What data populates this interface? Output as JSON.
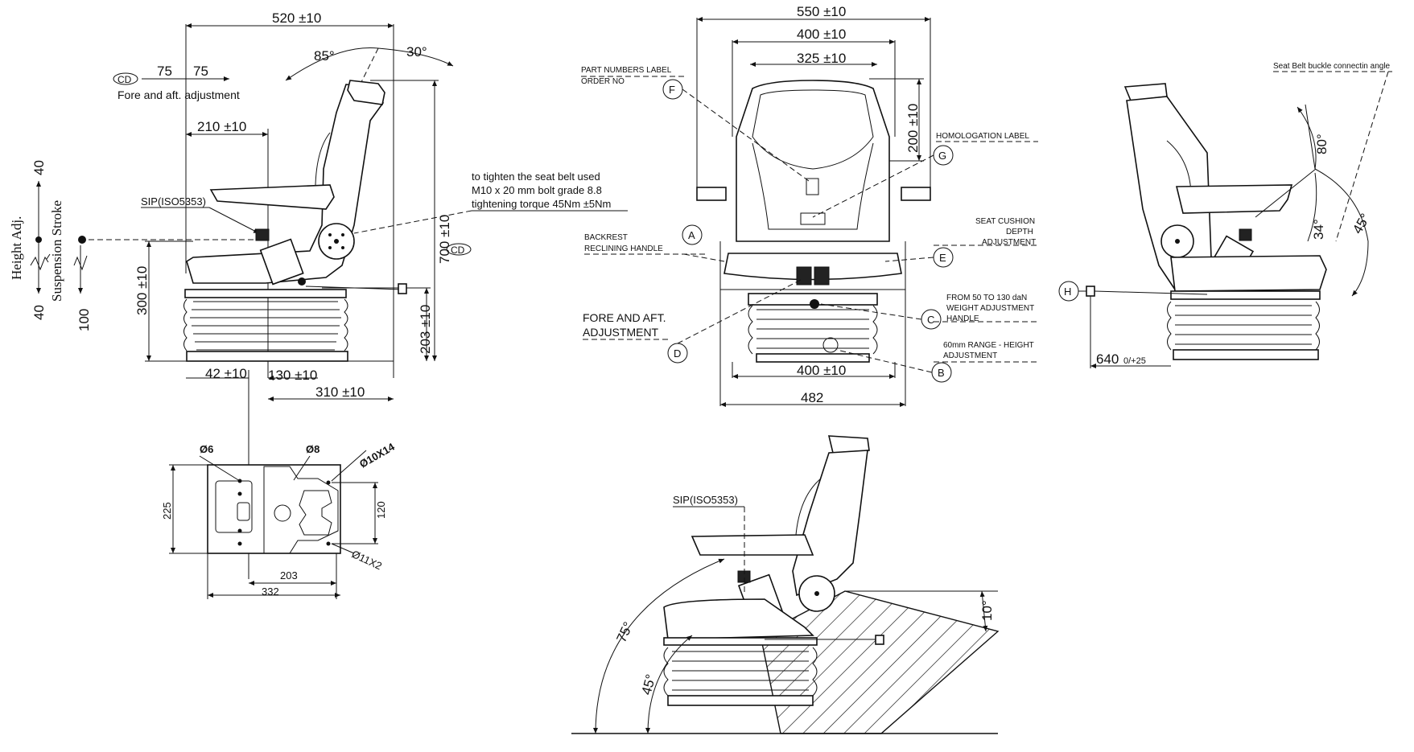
{
  "side_view": {
    "dim_520": "520 ±10",
    "angle_85": "85°",
    "angle_30": "30°",
    "cd_label": "CD",
    "fore_aft_a": "75",
    "fore_aft_b": "75",
    "fore_aft_caption": "Fore and aft. adjustment",
    "dim_210": "210 ±10",
    "sip_label": "SIP(ISO5353)",
    "height_adj": "Height Adj.",
    "height_40_top": "40",
    "height_40_bottom": "40",
    "suspension_stroke": "Suspension Stroke",
    "suspension_100": "100",
    "dim_300": "300 ±10",
    "dim_700": "700 ±10",
    "cd_label_2": "CD",
    "dim_203": "203 ±10",
    "dim_42": "42 ±10",
    "dim_130": "130 ±10",
    "dim_310": "310 ±10",
    "bolt_note": [
      "to tighten the seat belt used",
      "M10 x 20 mm bolt grade 8.8",
      "tightening torque 45Nm ±5Nm"
    ]
  },
  "front_view": {
    "dim_550": "550 ±10",
    "dim_400_top": "400 ±10",
    "dim_325": "325 ±10",
    "dim_200": "200 ±10",
    "dim_400_bottom": "400 ±10",
    "dim_482": "482",
    "part_numbers": [
      "PART NUMBERS LABEL",
      "ORDER NO"
    ],
    "marker_f": "F",
    "homologation": "HOMOLOGATION LABEL",
    "marker_g": "G",
    "backrest": [
      "BACKREST",
      "RECLINING HANDLE"
    ],
    "marker_a": "A",
    "seat_cushion": [
      "SEAT CUSHION",
      "DEPTH",
      "ADJUSTMENT"
    ],
    "marker_e": "E",
    "fore_aft": [
      "FORE AND AFT.",
      "ADJUSTMENT"
    ],
    "marker_d": "D",
    "weight_adj": [
      "FROM 50 TO 130 daN",
      "WEIGHT ADJUSTMENT",
      "HANDLE"
    ],
    "marker_c": "C",
    "height_adj": [
      "60mm RANGE - HEIGHT",
      "ADJUSTMENT"
    ],
    "marker_b": "B"
  },
  "right_view": {
    "belt_angle": "Seat Belt buckle connectin angle",
    "angle_80": "80°",
    "angle_34": "34°",
    "angle_45": "45°",
    "marker_h": "H",
    "dim_640": "640",
    "dim_640_tol": "0/+25"
  },
  "base_view": {
    "d6": "Ø6",
    "d8": "Ø8",
    "slot": "Ø10X14",
    "d11": "Ø11X2",
    "dim_225": "225",
    "dim_120": "120",
    "dim_203": "203",
    "dim_332": "332"
  },
  "bottom_view": {
    "sip_label": "SIP(ISO5353)",
    "angle_75": "75°",
    "angle_45": "45°",
    "angle_10": "10°"
  }
}
